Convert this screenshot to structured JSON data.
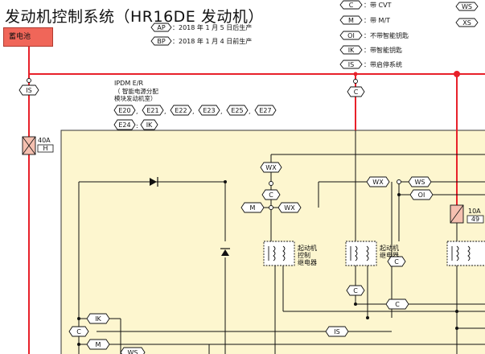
{
  "title": "发动机控制系统（HR16DE 发动机）",
  "battery_label": "蓄电池",
  "notes": [
    {
      "code": "AP",
      "text": "：2018 年 1 月 5 日后生产"
    },
    {
      "code": "BP",
      "text": "：2018 年 1 月 4 日前生产"
    }
  ],
  "legend": [
    {
      "code": "C",
      "text": "：带 CVT"
    },
    {
      "code": "M",
      "text": "：带 M/T"
    },
    {
      "code": "OI",
      "text": "：不带智能钥匙"
    },
    {
      "code": "IK",
      "text": "：带智能钥匙"
    },
    {
      "code": "IS",
      "text": "：带启停系统"
    }
  ],
  "legend_right": [
    {
      "code": "WS",
      "text": ""
    },
    {
      "code": "XS",
      "text": ""
    }
  ],
  "ipdm": {
    "title": "IPDM E/R",
    "subtitle_1": "（ 智能电源分配",
    "subtitle_2": "模块发动机室）",
    "connectors": [
      "E20",
      "E21",
      "E22",
      "E23",
      "E25",
      "E27"
    ],
    "connectors_row2": [
      "E24"
    ],
    "connector_row2_tag": "IK"
  },
  "fuse_left": {
    "amp": "40A",
    "id": "H"
  },
  "fuse_right": {
    "amp": "10A",
    "id": "49"
  },
  "relays": {
    "starter_control": [
      "起动机",
      "控制",
      "继电器"
    ],
    "starter": [
      "起动机",
      "继电器"
    ]
  },
  "tags": {
    "is_main": "IS",
    "c_main": "C",
    "wx_top": "WX",
    "c_top": "C",
    "m_left": "M",
    "wx_mid": "WX",
    "wx_right": "WX",
    "ws_right": "WS",
    "oi_right": "OI",
    "c_relay": "C",
    "c_mid": "C",
    "c_bottom": "C",
    "ik_bottom": "IK",
    "c_left_bottom": "C",
    "m_bottom": "M",
    "ws_bottom": "WS",
    "is_bottom": "IS"
  },
  "colors": {
    "power": "#e8212a",
    "module_fill": "#fdf6cf",
    "wire": "#111111",
    "battery_fill": "#f06659"
  }
}
